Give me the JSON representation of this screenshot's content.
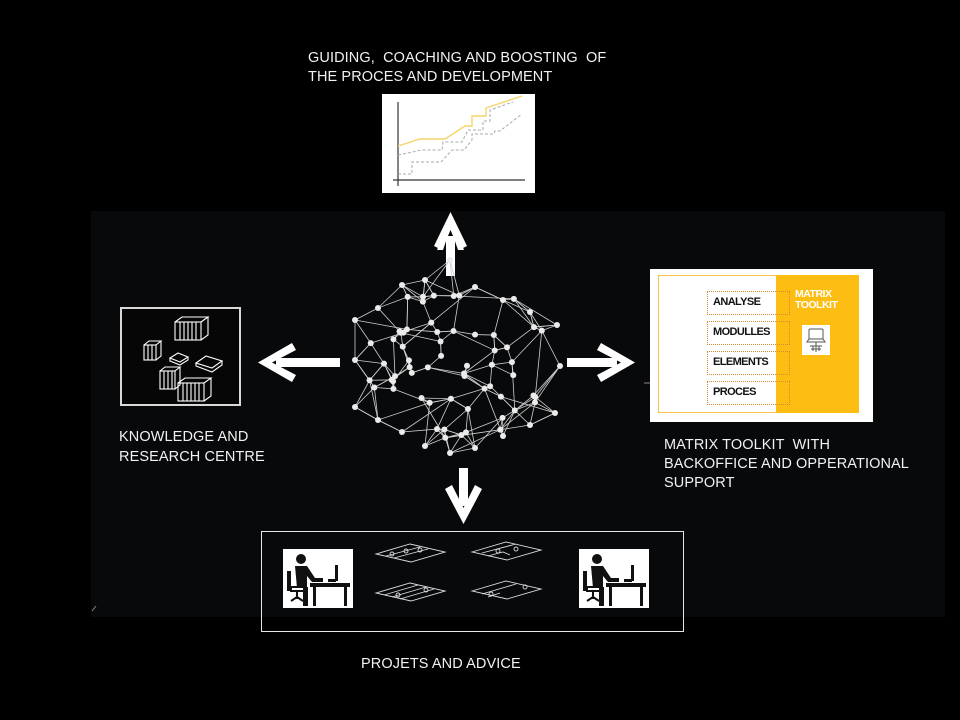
{
  "diagram": {
    "top_node": {
      "label_lines": [
        "GUIDING,  COACHING AND BOOSTING  OF",
        "THE PROCES AND DEVELOPMENT"
      ],
      "icon": "growth-line-chart-icon"
    },
    "left_node": {
      "label_lines": [
        "KNOWLEDGE AND",
        "RESEARCH CENTRE"
      ],
      "icon": "books-library-icon"
    },
    "right_node": {
      "label_lines": [
        "MATRIX TOOLKIT  WITH",
        "BACKOFFICE AND OPPERATIONAL",
        "SUPPORT"
      ],
      "icon": "matrix-toolkit-card",
      "toolkit": {
        "title_lines": [
          "MATRIX",
          "TOOLKIT"
        ],
        "rows": [
          "ANALYSE",
          "MODULLES",
          "ELEMENTS",
          "PROCES"
        ],
        "icon": "computer-network-icon",
        "accent_color": "#fdbd12"
      }
    },
    "bottom_node": {
      "label": "PROJETS AND ADVICE",
      "icons": [
        "person-at-desk-icon",
        "floor-plan-icon",
        "floor-plan-icon",
        "floor-plan-icon",
        "floor-plan-icon",
        "person-at-desk-icon"
      ]
    },
    "center": {
      "icon": "network-graph-icon"
    },
    "arrows": [
      "up",
      "left",
      "right",
      "down"
    ],
    "colors": {
      "background": "#000000",
      "panel": "#08090b",
      "text": "#f2f2f2",
      "chart_line": "#f7d46a",
      "chart_band": "#a9a9a9"
    }
  }
}
